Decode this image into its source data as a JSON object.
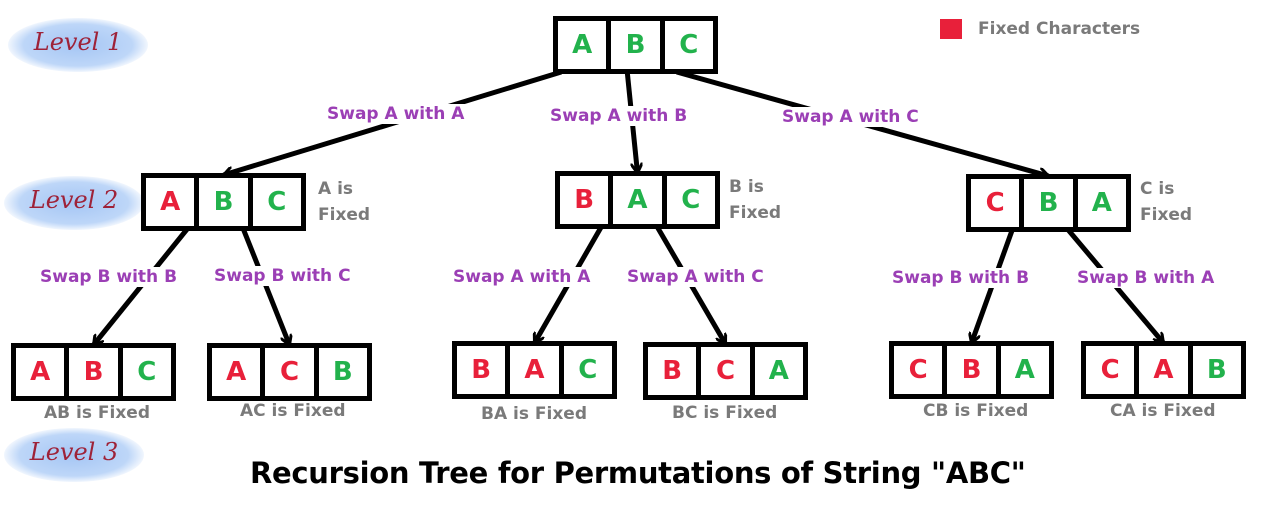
{
  "title": "Recursion Tree for Permutations of String \"ABC\"",
  "legend": {
    "label": "Fixed Characters",
    "color": "#e8203a"
  },
  "colors": {
    "fixed": "#e8203a",
    "free": "#22b24c",
    "edge_label": "#9b3fb5",
    "note": "#7a7a7a",
    "level_text": "#9e2238"
  },
  "levels": [
    "Level 1",
    "Level 2",
    "Level 3"
  ],
  "nodes": {
    "root": {
      "chars": [
        "A",
        "B",
        "C"
      ],
      "fixed": [
        false,
        false,
        false
      ],
      "note": ""
    },
    "l2_a": {
      "chars": [
        "A",
        "B",
        "C"
      ],
      "fixed": [
        true,
        false,
        false
      ],
      "note": "A is Fixed",
      "note_lines": [
        "A is",
        "Fixed"
      ]
    },
    "l2_b": {
      "chars": [
        "B",
        "A",
        "C"
      ],
      "fixed": [
        true,
        false,
        false
      ],
      "note": "B is Fixed",
      "note_lines": [
        "B is",
        "Fixed"
      ]
    },
    "l2_c": {
      "chars": [
        "C",
        "B",
        "A"
      ],
      "fixed": [
        true,
        false,
        false
      ],
      "note": "C is Fixed",
      "note_lines": [
        "C is",
        "Fixed"
      ]
    },
    "l3_ab": {
      "chars": [
        "A",
        "B",
        "C"
      ],
      "fixed": [
        true,
        true,
        false
      ],
      "note": "AB is Fixed"
    },
    "l3_ac": {
      "chars": [
        "A",
        "C",
        "B"
      ],
      "fixed": [
        true,
        true,
        false
      ],
      "note": "AC is Fixed"
    },
    "l3_ba": {
      "chars": [
        "B",
        "A",
        "C"
      ],
      "fixed": [
        true,
        true,
        false
      ],
      "note": "BA is Fixed"
    },
    "l3_bc": {
      "chars": [
        "B",
        "C",
        "A"
      ],
      "fixed": [
        true,
        true,
        false
      ],
      "note": "BC is Fixed"
    },
    "l3_cb": {
      "chars": [
        "C",
        "B",
        "A"
      ],
      "fixed": [
        true,
        true,
        false
      ],
      "note": "CB is Fixed"
    },
    "l3_ca": {
      "chars": [
        "C",
        "A",
        "B"
      ],
      "fixed": [
        true,
        true,
        false
      ],
      "note": "CA is Fixed"
    }
  },
  "edges": [
    {
      "from": "root",
      "to": "l2_a",
      "label": "Swap A with A"
    },
    {
      "from": "root",
      "to": "l2_b",
      "label": "Swap A with B"
    },
    {
      "from": "root",
      "to": "l2_c",
      "label": "Swap A with C"
    },
    {
      "from": "l2_a",
      "to": "l3_ab",
      "label": "Swap B with B"
    },
    {
      "from": "l2_a",
      "to": "l3_ac",
      "label": "Swap B with C"
    },
    {
      "from": "l2_b",
      "to": "l3_ba",
      "label": "Swap A with A"
    },
    {
      "from": "l2_b",
      "to": "l3_bc",
      "label": "Swap A with C"
    },
    {
      "from": "l2_c",
      "to": "l3_cb",
      "label": "Swap B with B"
    },
    {
      "from": "l2_c",
      "to": "l3_ca",
      "label": "Swap B with A"
    }
  ]
}
